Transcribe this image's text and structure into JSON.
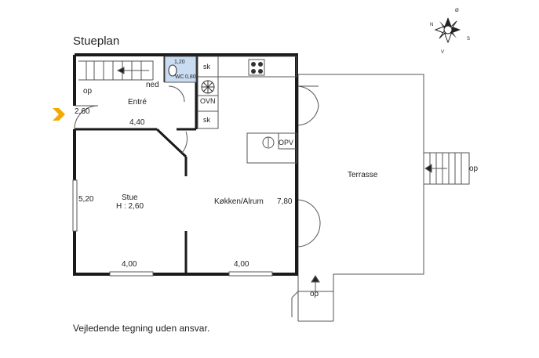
{
  "plan": {
    "title": "Stueplan",
    "disclaimer": "Vejledende tegning uden ansvar.",
    "stair_labels": {
      "op_entry": "op",
      "ned": "ned",
      "op_terrace": "op",
      "op_lower": "op"
    },
    "entry": {
      "label": "Entré",
      "dim_left": "2,60",
      "dim_bottom": "4,40"
    },
    "wc": {
      "label": "WC",
      "dim_w": "1,20",
      "dim_d": "0,80"
    },
    "fixtures": {
      "sk_top": "sk",
      "oven": "OVN",
      "sk_bottom": "sk",
      "dishwasher": "OPV"
    },
    "living": {
      "name": "Stue",
      "height": "H : 2,60",
      "dim_side": "5,20",
      "dim_bottom": "4,00"
    },
    "kitchen": {
      "name": "Køkken/Alrum",
      "dim_side": "7,80",
      "dim_bottom": "4,00"
    },
    "terrace": {
      "name": "Terrasse"
    },
    "compass": {
      "n": "N",
      "s": "S",
      "v": "V",
      "o": "Ø"
    },
    "colors": {
      "wall": "#1a1a1a",
      "wc_fill": "#c9dcf2",
      "entry_arrow": "#f5a800",
      "thin_line": "#555555"
    }
  }
}
